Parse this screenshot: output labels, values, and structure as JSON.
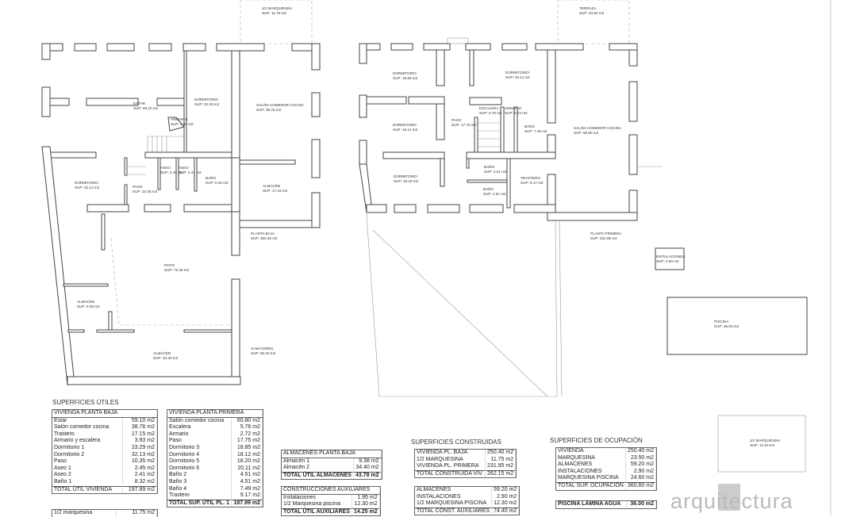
{
  "plan_labels": {
    "pb_marquesina": [
      "1/2 MARQUESINA",
      "SUP: 11.75 m2"
    ],
    "estar": [
      "ESTAR",
      "SUP: 59.10 m2"
    ],
    "dormitorio1": [
      "DORMITORIO",
      "SUP: 23.29 m2"
    ],
    "salon_pb": [
      "SALÓN COMEDOR COCINA",
      "SUP: 38.76 m2"
    ],
    "armario_pb": [
      "ARMARIO",
      "SUP: 0.98 m2"
    ],
    "aseo1": [
      "ASEO",
      "SUP: 2.45 m2"
    ],
    "aseo2": [
      "ASEO",
      "SUP: 2.41 m2"
    ],
    "bano1": [
      "BAÑO",
      "SUP: 8.32 m2"
    ],
    "dormitorio2": [
      "DORMITORIO",
      "SUP: 32.13 m2"
    ],
    "paso_pb": [
      "PASO",
      "SUP: 10.35 m2"
    ],
    "almacen_pb": [
      "ALMACÉN",
      "SUP: 17.15 m2"
    ],
    "planta_baja": [
      "PLANTA BAJA",
      "SUP: 250.40 m2"
    ],
    "patio": [
      "PATIO",
      "SUP: 72.46 m2"
    ],
    "almacen1": [
      "ALMACÉN",
      "SUP: 9.38 m2"
    ],
    "almacen2": [
      "ALMACÉN",
      "SUP: 34.40 m2"
    ],
    "almacenes": [
      "ALMACENES",
      "SUP: 59.20 m2"
    ],
    "terraza": [
      "TERRAZA",
      "SUP: 23.50 m2"
    ],
    "dorm3": [
      "DORMITORIO",
      "SUP: 18.85 m2"
    ],
    "dorm6": [
      "DORMITORIO",
      "SUP: 20.11 m2"
    ],
    "escalera": [
      "ESCALERA",
      "SUP: 5.76 m2"
    ],
    "armario_pp": [
      "ARMARIO",
      "SUP: 2.72 m2"
    ],
    "dorm4": [
      "DORMITORIO",
      "SUP: 18.12 m2"
    ],
    "paso_pp": [
      "PASO",
      "SUP: 17.75 m2"
    ],
    "bano4": [
      "BAÑO",
      "SUP: 7.49 m2"
    ],
    "salon_pp": [
      "SALÓN COMEDOR COCINA",
      "SUP: 60.80 m2"
    ],
    "bano2": [
      "BAÑO",
      "SUP: 4.51 m2"
    ],
    "trastero": [
      "TRASTERO",
      "SUP: 9.17 m2"
    ],
    "dorm5": [
      "DORMITORIO",
      "SUP: 18.20 m2"
    ],
    "bano3": [
      "BAÑO",
      "SUP: 4.51 m2"
    ],
    "planta_primera": [
      "PLANTA PRIMERA",
      "SUP: 231.95 m2"
    ],
    "instalaciones": [
      "INSTALACIONES",
      "SUP: 2.90 m2"
    ],
    "piscina": [
      "PISCINA",
      "SUP: 36.00 m2"
    ],
    "marquesina_piscina": [
      "1/2 MARQUESINA",
      "SUP: 12.30 m2"
    ]
  },
  "headings": {
    "utiles": "SUPERFICIES ÚTILES",
    "construidas": "SUPERFICIES CONSTRUIDAS",
    "ocupacion": "SUPERFICIES DE OCUPACIÓN"
  },
  "tables": {
    "planta_baja": {
      "header": "VIVIENDA PLANTA BAJA",
      "rows": [
        [
          "Estar",
          "59.10 m2"
        ],
        [
          "Salón comedor cocina",
          "38.76 m2"
        ],
        [
          "Trastero",
          "17.15 m2"
        ],
        [
          "Armario y escalera",
          "3.93 m2"
        ],
        [
          "Dormitorio 1",
          "23.29 m2"
        ],
        [
          "Dormitorio 2",
          "32.13 m2"
        ],
        [
          "Paso",
          "10.35 m2"
        ],
        [
          "Aseo 1",
          "2.45 m2"
        ],
        [
          "Aseo 2",
          "2.41 m2"
        ],
        [
          "Baño 1",
          "8.32 m2"
        ]
      ],
      "total": [
        "TOTAL ÚTIL VIVIENDA",
        "197.89 m2"
      ]
    },
    "marquesina": {
      "rows": [
        [
          "1/2 marquesina",
          "11.75 m2"
        ]
      ]
    },
    "planta_primera": {
      "header": "VIVIENDA PLANTA PRIMERA",
      "rows": [
        [
          "Salón comedor cocina",
          "60.80 m2"
        ],
        [
          "Escalera",
          "5.76 m2"
        ],
        [
          "Armario",
          "2.72 m2"
        ],
        [
          "Paso",
          "17.75 m2"
        ],
        [
          "Dormitorio 3",
          "18.85 m2"
        ],
        [
          "Dormitorio 4",
          "18.12 m2"
        ],
        [
          "Dormitorio 5",
          "18.20 m2"
        ],
        [
          "Dormitorio 6",
          "20.11 m2"
        ],
        [
          "Baño 2",
          "4.51 m2"
        ],
        [
          "Baño 3",
          "4.51 m2"
        ],
        [
          "Baño 4",
          "7.49 m2"
        ],
        [
          "Trastero",
          "9.17 m2"
        ]
      ],
      "total": [
        "TOTAL SUP. ÚTIL PL. 1",
        "187.99 m2"
      ]
    },
    "almacenes": {
      "header": "ALMACENES PLANTA BAJA",
      "rows": [
        [
          "Almacén 1",
          "9.38 m2"
        ],
        [
          "Almacén 2",
          "34.40 m2"
        ]
      ],
      "total": [
        "TOTAL ÚTIL ALMACENES",
        "43.78 m2"
      ]
    },
    "auxiliares": {
      "header": "CONSTRUCCIONES AUXILIARES",
      "rows": [
        [
          "Instalaciones",
          "1.95 m2"
        ],
        [
          "1/2 Marquesina piscina",
          "12.30 m2"
        ]
      ],
      "total": [
        "TOTAL ÚTIL AUXILIARES",
        "14.25 m2"
      ]
    },
    "construida_viv": {
      "rows": [
        [
          "VIVIENDA PL. BAJA",
          "250.40 m2"
        ],
        [
          "1/2 MARQUESINA",
          "11.75 m2"
        ],
        [
          "VIVIENDA PL. PRIMERA",
          "231.95 m2"
        ]
      ],
      "total": [
        "TOTAL CONSTRUIDA VIV.",
        "262.15 m2"
      ]
    },
    "construida_aux": {
      "rows": [
        [
          "ALMACENES",
          "59.20 m2"
        ],
        [
          "INSTALACIONES",
          "2.90 m2"
        ],
        [
          "1/2 MARQUESINA PISCINA",
          "12.30 m2"
        ]
      ],
      "total": [
        "TOTAL CONST. AUXILIARES",
        "74.40 m2"
      ]
    },
    "ocupacion": {
      "rows": [
        [
          "VIVIENDA",
          "250.40 m2"
        ],
        [
          "MARQUESINA",
          "23.50 m2"
        ],
        [
          "ALMACENES",
          "59.20 m2"
        ],
        [
          "INSTALACIONES",
          "2.90 m2"
        ],
        [
          "MARQUESINA PISCINA",
          "24.60 m2"
        ]
      ],
      "total": [
        "TOTAL SUP. OCUPACIÓN",
        "360.60 m2"
      ]
    },
    "piscina": {
      "rows": [
        [
          "PISCINA LÁMINA AGUA",
          "36.00 m2"
        ]
      ]
    }
  },
  "logo": "arquitectura"
}
